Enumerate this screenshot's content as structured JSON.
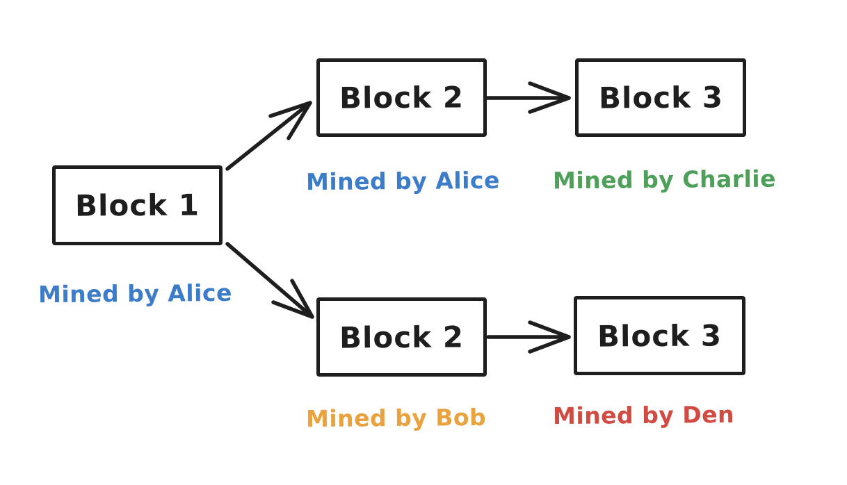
{
  "diagram": {
    "type": "flowchart",
    "style": "hand-drawn",
    "canvas": {
      "background": "#ffffff",
      "stroke": "#1e1e1e"
    },
    "nodes": [
      {
        "id": "block-1",
        "label": "Block 1"
      },
      {
        "id": "block-2-top",
        "label": "Block 2"
      },
      {
        "id": "block-3-top",
        "label": "Block 3"
      },
      {
        "id": "block-2-bottom",
        "label": "Block 2"
      },
      {
        "id": "block-3-bottom",
        "label": "Block 3"
      }
    ],
    "annotations": [
      {
        "id": "genesis",
        "text": "Mined by Alice",
        "color": "#3d7cc8",
        "attached_to": "block-1"
      },
      {
        "id": "alice",
        "text": "Mined by Alice",
        "color": "#3d7cc8",
        "attached_to": "block-2-top"
      },
      {
        "id": "charlie",
        "text": "Mined by Charlie",
        "color": "#4e9f5a",
        "attached_to": "block-3-top"
      },
      {
        "id": "bob",
        "text": "Mined by Bob",
        "color": "#e9a23d",
        "attached_to": "block-2-bottom"
      },
      {
        "id": "den",
        "text": "Mined by Den",
        "color": "#d14b42",
        "attached_to": "block-3-bottom"
      }
    ],
    "edges": [
      {
        "from": "block-1",
        "to": "block-2-top"
      },
      {
        "from": "block-1",
        "to": "block-2-bottom"
      },
      {
        "from": "block-2-top",
        "to": "block-3-top"
      },
      {
        "from": "block-2-bottom",
        "to": "block-3-bottom"
      }
    ]
  }
}
